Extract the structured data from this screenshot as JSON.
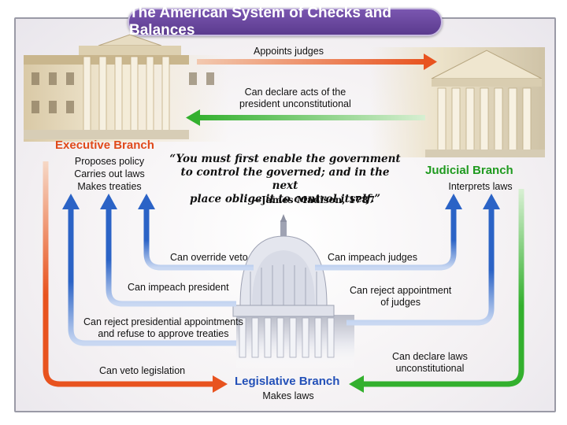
{
  "title": "The American System of Checks and Balances",
  "quote": {
    "line1": "“You must first enable the government",
    "line2": "to control the governed; and in the next",
    "line3": "place oblige it to control itself.”",
    "attribution": "—James Madison, 1787"
  },
  "executive": {
    "name": "Executive Branch",
    "duties": [
      "Proposes policy",
      "Carries out laws",
      "Makes treaties"
    ]
  },
  "judicial": {
    "name": "Judicial Branch",
    "duties": [
      "Interprets laws"
    ]
  },
  "legislative": {
    "name": "Legislative Branch",
    "duties": [
      "Makes laws"
    ]
  },
  "checks": {
    "appoints_judges": "Appoints judges",
    "declare_acts_1": "Can declare acts of the",
    "declare_acts_2": "president unconstitutional",
    "override_veto": "Can override veto",
    "impeach_president": "Can impeach president",
    "reject_appointments_1": "Can reject presidential appointments",
    "reject_appointments_2": "and refuse to approve treaties",
    "veto_legislation": "Can veto legislation",
    "impeach_judges": "Can impeach judges",
    "reject_judges_1": "Can reject appointment",
    "reject_judges_2": "of judges",
    "declare_laws_1": "Can declare laws",
    "declare_laws_2": "unconstitutional"
  },
  "colors": {
    "executive_arrow": "#e8531f",
    "judicial_arrow": "#33b02e",
    "legislative_arrow": "#2b63c6",
    "executive_text": "#e04a1a",
    "judicial_text": "#1f9a1f",
    "legislative_text": "#2350b8",
    "title_bg": "#6a48a0"
  }
}
